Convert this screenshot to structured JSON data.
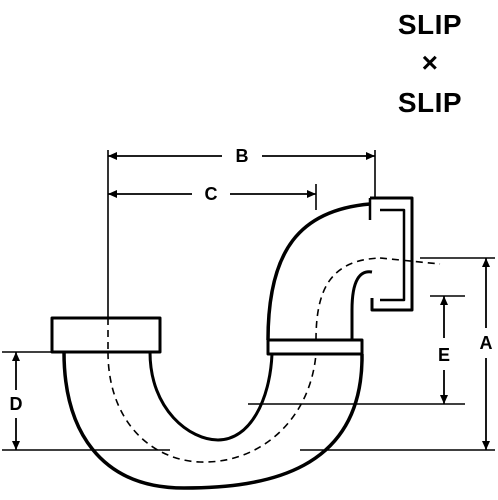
{
  "title": {
    "line1": "SLIP",
    "line2": "×",
    "line3": "SLIP"
  },
  "dimensions": {
    "a": "A",
    "b": "B",
    "c": "C",
    "d": "D",
    "e": "E"
  },
  "colors": {
    "ink": "#000000",
    "paper": "#ffffff"
  }
}
